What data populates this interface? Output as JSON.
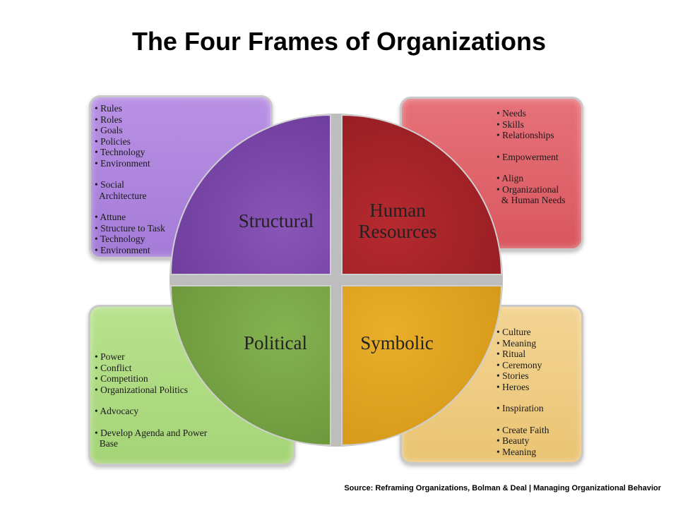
{
  "title": "The Four Frames of Organizations",
  "source": "Source: Reframing Organizations, Bolman & Deal | Managing Organizational Behavior",
  "colors": {
    "structural": "#7b48a8",
    "human": "#a52227",
    "political": "#77a344",
    "symbolic": "#e0a21e"
  },
  "frames": {
    "structural": {
      "label": "Structural",
      "items": [
        "• Rules",
        "• Roles",
        "• Goals",
        "• Policies",
        "• Technology",
        "• Environment",
        "• Social",
        "  Architecture",
        "• Attune",
        "• Structure to Task",
        "• Technology",
        "• Environment"
      ]
    },
    "human": {
      "label_line1": "Human",
      "label_line2": "Resources",
      "items": [
        "• Needs",
        "• Skills",
        "• Relationships",
        "• Empowerment",
        "• Align",
        "• Organizational",
        "  & Human Needs"
      ]
    },
    "political": {
      "label": "Political",
      "items": [
        "• Power",
        "• Conflict",
        "• Competition",
        "• Organizational Politics",
        "• Advocacy",
        "• Develop Agenda and Power",
        "  Base"
      ]
    },
    "symbolic": {
      "label": "Symbolic",
      "items": [
        "• Culture",
        "• Meaning",
        "• Ritual",
        "• Ceremony",
        "• Stories",
        "• Heroes",
        "• Inspiration",
        "• Create Faith",
        "• Beauty",
        "• Meaning"
      ]
    }
  }
}
